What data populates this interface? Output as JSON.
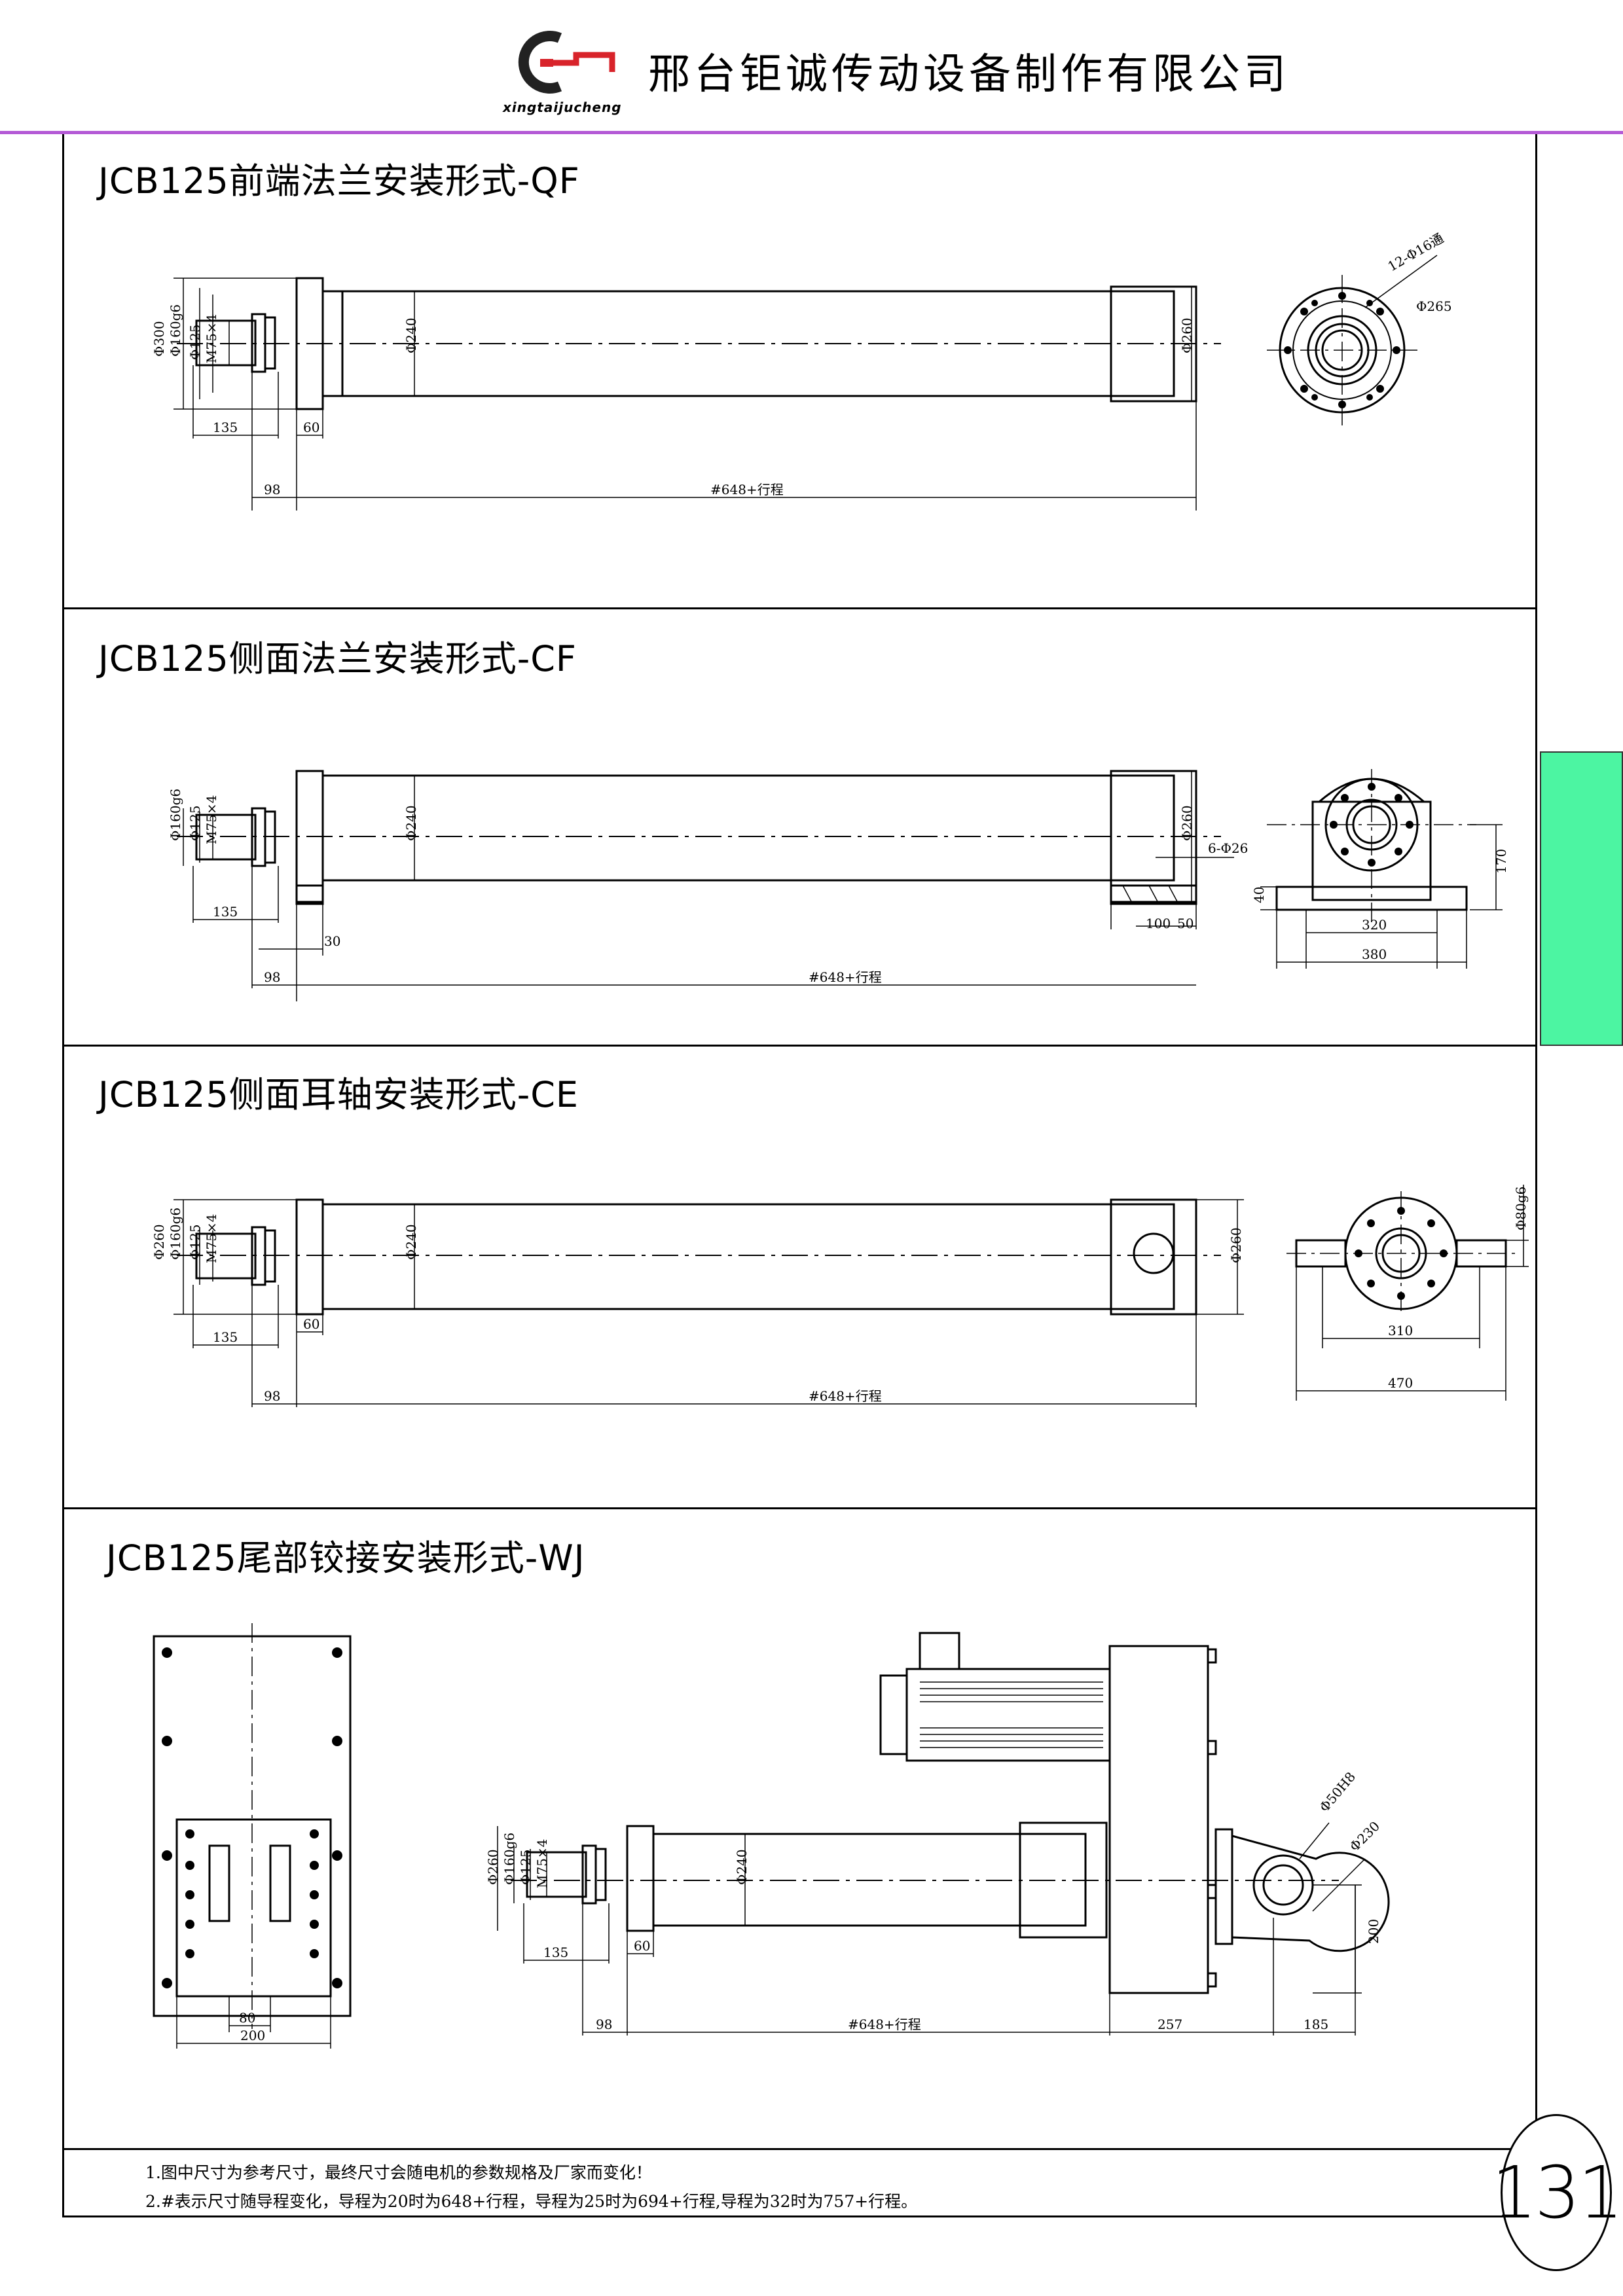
{
  "header": {
    "company_name": "邢台钜诚传动设备制作有限公司",
    "logo_text": "xingtaijucheng"
  },
  "sections": [
    {
      "title": "JCB125前端法兰安装形式-QF",
      "dims": {
        "d300": "Φ300",
        "d160": "Φ160g6",
        "d125": "Φ125",
        "m75": "M75×4",
        "d240": "Φ240",
        "d260": "Φ260",
        "d16": "12-Φ16通",
        "d265": "Φ265",
        "l135": "135",
        "l60": "60",
        "l98": "98",
        "stroke": "#648+行程"
      }
    },
    {
      "title": "JCB125侧面法兰安装形式-CF",
      "dims": {
        "d160": "Φ160g6",
        "d125": "Φ125",
        "m75": "M75×4",
        "d240": "Φ240",
        "d260": "Φ260",
        "d26": "6-Φ26",
        "l135": "135",
        "l30": "30",
        "l100": "100",
        "l50": "50",
        "l98": "98",
        "stroke": "#648+行程",
        "l40": "40",
        "l170": "170",
        "l320": "320",
        "l380": "380"
      }
    },
    {
      "title": "JCB125侧面耳轴安装形式-CE",
      "dims": {
        "d260a": "Φ260",
        "d160": "Φ160g6",
        "d125": "Φ125",
        "m75": "M75×4",
        "d240": "Φ240",
        "d260b": "Φ260",
        "d80": "Φ80g6",
        "l135": "135",
        "l60": "60",
        "l98": "98",
        "stroke": "#648+行程",
        "l310": "310",
        "l470": "470"
      }
    },
    {
      "title": "JCB125尾部铰接安装形式-WJ",
      "dims": {
        "l80": "80",
        "l200a": "200",
        "d260": "Φ260",
        "d160": "Φ160g6",
        "d125": "Φ125",
        "m75": "M75×4",
        "d240": "Φ240",
        "d50": "Φ50H8",
        "r230": "Φ230",
        "l200b": "200",
        "l135": "135",
        "l60": "60",
        "l98": "98",
        "stroke": "#648+行程",
        "l257": "257",
        "l185": "185"
      }
    }
  ],
  "notes": [
    "1.图中尺寸为参考尺寸，最终尺寸会随电机的参数规格及厂家而变化！",
    "2.#表示尺寸随导程变化，导程为20时为648+行程，导程为25时为694+行程,导程为32时为757+行程。"
  ],
  "page_number": "131",
  "colors": {
    "header_line": "#b45ad6",
    "side_tab": "#4cf5a2",
    "logo_red": "#d8232a"
  }
}
